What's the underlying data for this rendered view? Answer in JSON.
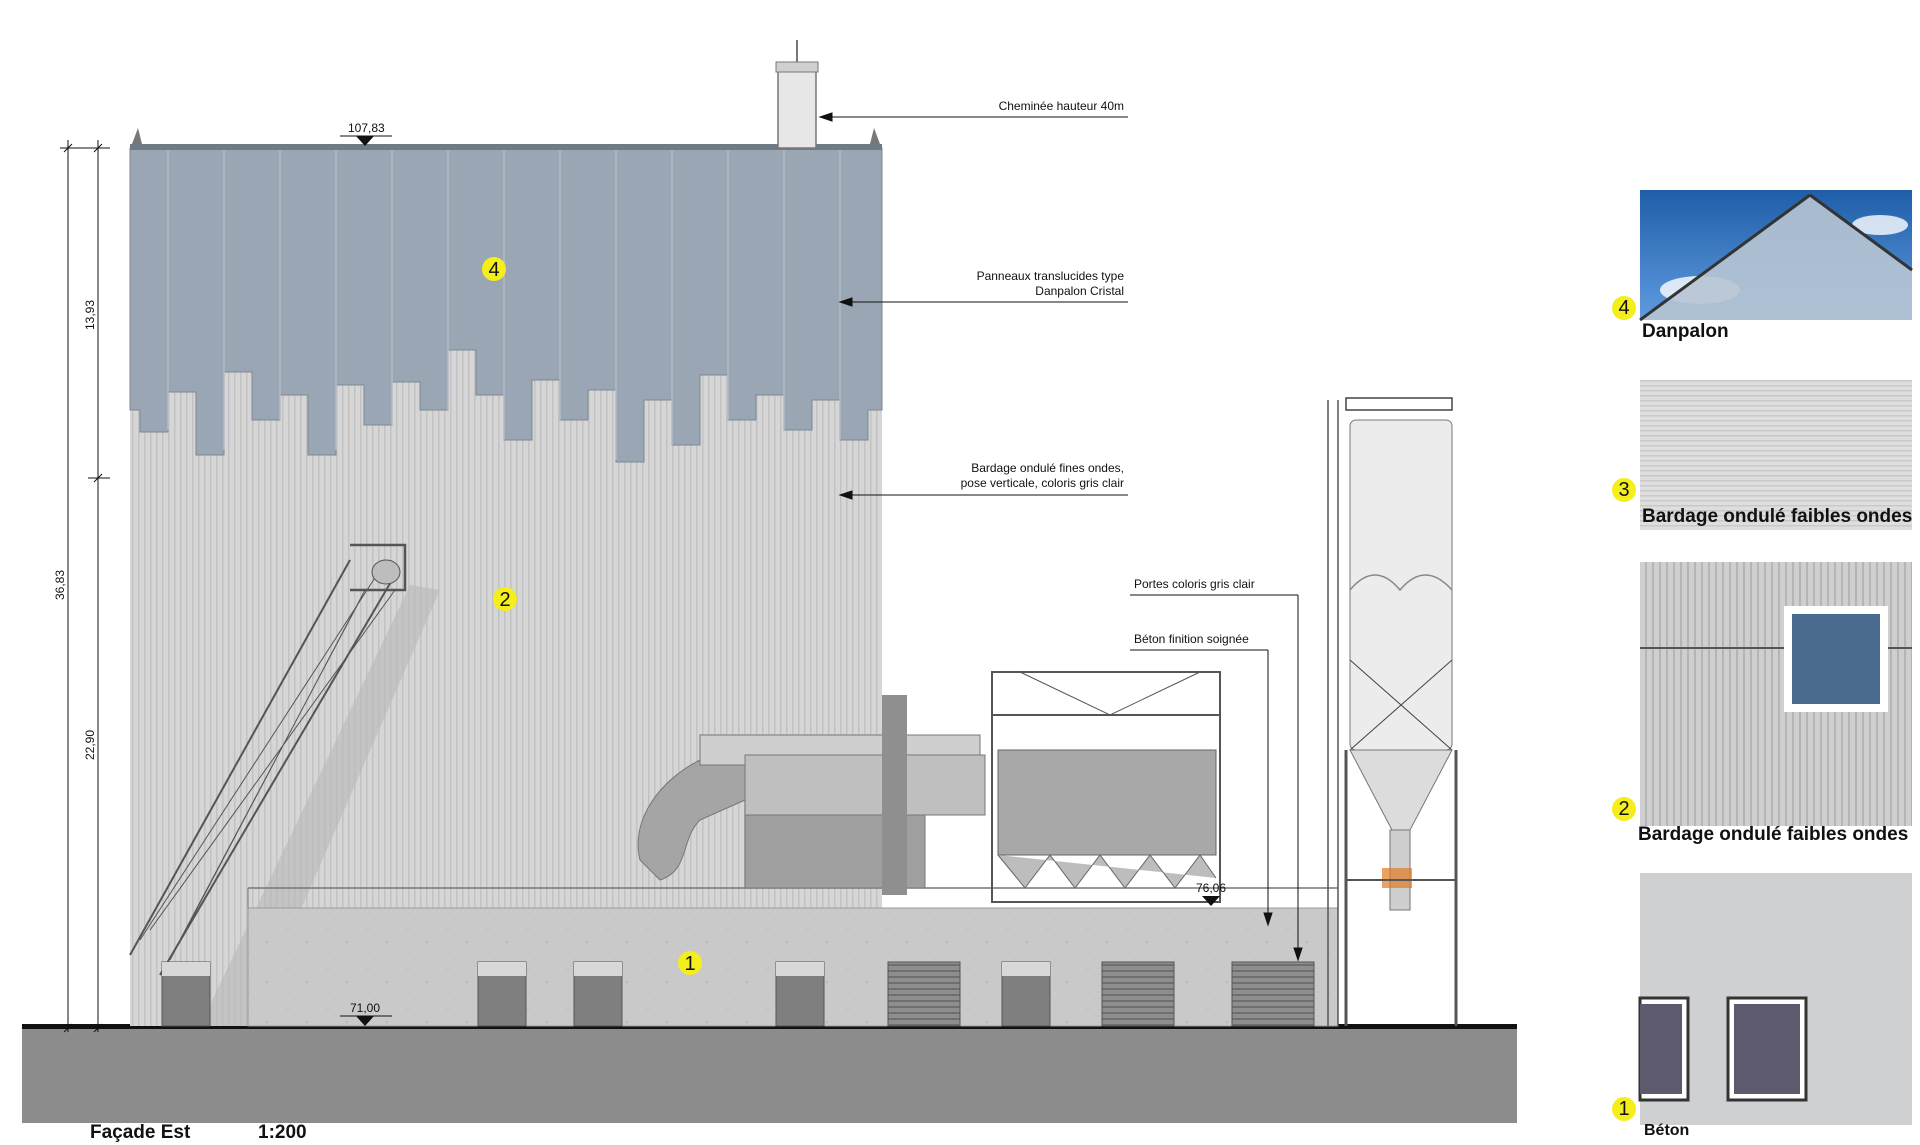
{
  "elevation": {
    "title": "Façade Est",
    "scale": "1:200"
  },
  "levels": {
    "top": "107,83",
    "roof_low": "76,06",
    "ground": "71,00"
  },
  "dimensions": {
    "total": "36,83",
    "upper": "13,93",
    "lower": "22,90"
  },
  "annotations": {
    "chimney": "Cheminée hauteur 40m",
    "panels_line1": "Panneaux translucides type",
    "panels_line2": "Danpalon Cristal",
    "cladding_line1": "Bardage ondulé fines ondes,",
    "cladding_line2": "pose verticale, coloris gris clair",
    "doors": "Portes coloris gris clair",
    "concrete": "Béton finition soignée"
  },
  "tags": [
    "1",
    "2",
    "3",
    "4"
  ],
  "materials": [
    {
      "number": "4",
      "caption": "Danpalon"
    },
    {
      "number": "3",
      "caption": "Bardage ondulé faibles ondes"
    },
    {
      "number": "2",
      "caption": "Bardage ondulé faibles ondes"
    },
    {
      "number": "1",
      "caption": "Béton"
    }
  ],
  "colors": {
    "tag": "#f4ee1d",
    "translucent_panels": "#9aa6b3",
    "cladding": "#d4d4d4",
    "concrete": "#c8c8c8",
    "ground": "#8c8c8c"
  }
}
